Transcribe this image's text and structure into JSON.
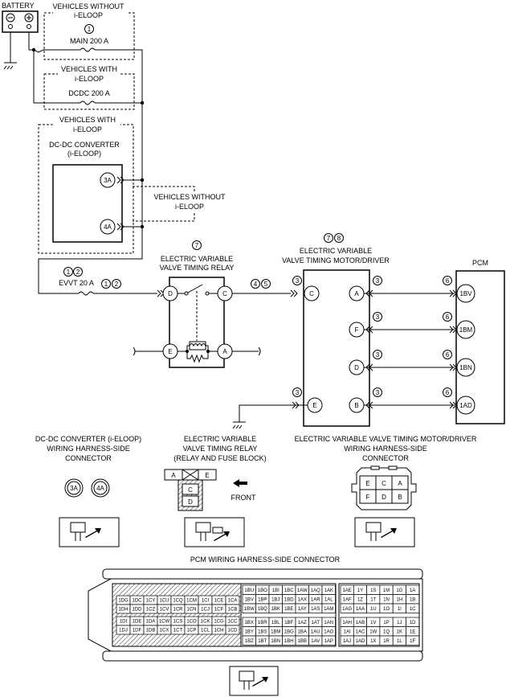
{
  "battery": {
    "label": "BATTERY",
    "minus": "⊖",
    "plus": "⊕"
  },
  "notes": {
    "vehicles_without_ieloop_1a": "VEHICLES WITHOUT",
    "vehicles_without_ieloop_1b": "i-ELOOP",
    "vehicles_with_ieloop_2a": "VEHICLES WITH",
    "vehicles_with_ieloop_2b": "i-ELOOP",
    "vehicles_with_ieloop_3a": "VEHICLES WITH",
    "vehicles_with_ieloop_3b": "i-ELOOP",
    "vehicles_without_ieloop_4a": "VEHICLES WITHOUT",
    "vehicles_without_ieloop_4b": "i-ELOOP"
  },
  "fuses": {
    "main": {
      "num": "1",
      "label": "MAIN 200 A"
    },
    "dcdc": {
      "label": "DCDC 200 A"
    },
    "evvt": {
      "nums": [
        "1",
        "2"
      ],
      "label": "EVVT 20 A",
      "wire_nums": [
        "1",
        "2"
      ]
    }
  },
  "dcdc_converter": {
    "title_a": "DC-DC CONVERTER",
    "title_b": "(i-ELOOP)",
    "pins": [
      "3A",
      "4A"
    ]
  },
  "relay": {
    "num": "7",
    "title_a": "ELECTRIC VARIABLE",
    "title_b": "VALVE TIMING RELAY",
    "pins": [
      "D",
      "C",
      "E",
      "A"
    ],
    "wire_c_nums": [
      "4",
      "5"
    ]
  },
  "motor": {
    "nums": [
      "7",
      "8"
    ],
    "title_a": "ELECTRIC VARIABLE",
    "title_b": "VALVE TIMING MOTOR/DRIVER",
    "pins_left": [
      "C",
      "E"
    ],
    "pins_right": [
      "A",
      "F",
      "D",
      "B"
    ],
    "wire_num": "3"
  },
  "pcm": {
    "label": "PCM",
    "pins": [
      "1BV",
      "1BM",
      "1BN",
      "1AD"
    ],
    "wire_num": "6"
  },
  "connectors": {
    "dcdc_title": [
      "DC-DC CONVERTER (i-ELOOP)",
      "WIRING HARNESS-SIDE",
      "CONNECTOR"
    ],
    "dcdc_pins": [
      "3A",
      "4A"
    ],
    "relay_title": [
      "ELECTRIC VARIABLE",
      "VALVE TIMING RELAY",
      "(RELAY AND FUSE BLOCK)"
    ],
    "relay_pins": {
      "a": "A",
      "e": "E",
      "c": "C",
      "d": "D"
    },
    "front_label": "FRONT",
    "motor_title": [
      "ELECTRIC VARIABLE VALVE TIMING MOTOR/DRIVER",
      "WIRING HARNESS-SIDE",
      "CONNECTOR"
    ],
    "motor_pins": [
      "E",
      "C",
      "A",
      "F",
      "D",
      "B"
    ]
  },
  "pcm_connector": {
    "title": "PCM WIRING HARNESS-SIDE CONNECTOR",
    "left_rows": [
      [
        "1DG",
        "1DC",
        "1CY",
        "1CU",
        "1CQ",
        "1CM",
        "1CI",
        "1CE",
        "1CA"
      ],
      [
        "1DH",
        "1DD",
        "1CZ",
        "1CV",
        "1CR",
        "1CN",
        "1CJ",
        "1CF",
        "1CB"
      ],
      [
        "1DI",
        "1DE",
        "1DA",
        "1CW",
        "1CS",
        "1CO",
        "1CK",
        "1CG",
        "1CC"
      ],
      [
        "1DJ",
        "1DF",
        "1DB",
        "1CX",
        "1CT",
        "1CP",
        "1CL",
        "1CH",
        "1CD"
      ]
    ],
    "mid_rows": [
      [
        "1BU",
        "1BO",
        "1BI",
        "1BC",
        "1AW",
        "1AQ",
        "1AK"
      ],
      [
        "1BV",
        "1BP",
        "1BJ",
        "1BD",
        "1AX",
        "1AR",
        "1AL"
      ],
      [
        "1BW",
        "1BQ",
        "1BK",
        "1BE",
        "1AY",
        "1AS",
        "1AM"
      ],
      [
        "1BX",
        "1BR",
        "1BL",
        "1BF",
        "1AZ",
        "1AT",
        "1AN"
      ],
      [
        "1BY",
        "1BS",
        "1BM",
        "1BG",
        "1BA",
        "1AU",
        "1AO"
      ],
      [
        "1BZ",
        "1BT",
        "1BN",
        "1BH",
        "1BB",
        "1AV",
        "1AP"
      ]
    ],
    "right_rows": [
      [
        "1AE",
        "1Y",
        "1S",
        "1M",
        "1G",
        "1A"
      ],
      [
        "1AF",
        "1Z",
        "1T",
        "1N",
        "1H",
        "1B"
      ],
      [
        "1AG",
        "1AA",
        "1U",
        "1O",
        "1I",
        "1C"
      ],
      [
        "1AH",
        "1AB",
        "1V",
        "1P",
        "1J",
        "1D"
      ],
      [
        "1AI",
        "1AC",
        "1W",
        "1Q",
        "1K",
        "1E"
      ],
      [
        "1AJ",
        "1AD",
        "1X",
        "1R",
        "1L",
        "1F"
      ]
    ]
  }
}
